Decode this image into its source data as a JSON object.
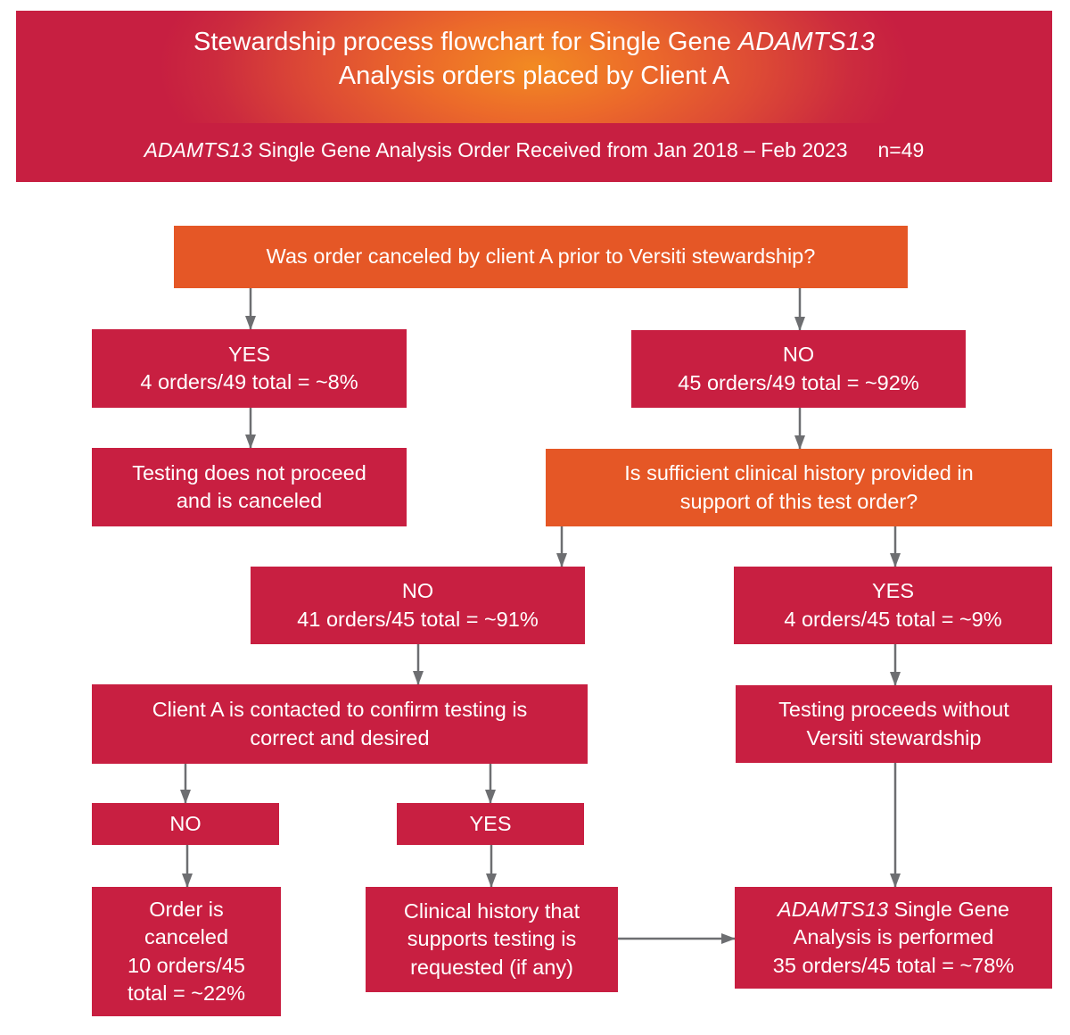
{
  "banner": {
    "title_line1_prefix": "Stewardship process flowchart for Single Gene ",
    "title_line1_gene": "ADAMTS13",
    "title_line2": "Analysis orders placed by Client A",
    "subtitle_gene": "ADAMTS13",
    "subtitle_text": " Single Gene Analysis Order Received from Jan 2018 – Feb 2023",
    "subtitle_n": "n=49"
  },
  "nodes": {
    "q1": {
      "text": "Was order canceled by client A prior to Versiti stewardship?"
    },
    "q1_yes": {
      "label": "YES",
      "stat": "4 orders/49 total = ~8%"
    },
    "q1_yes_result": {
      "line1": "Testing does not proceed",
      "line2": "and is canceled"
    },
    "q1_no": {
      "label": "NO",
      "stat": "45 orders/49 total = ~92%"
    },
    "q2": {
      "line1": "Is sufficient clinical history provided in",
      "line2": "support of this test order?"
    },
    "q2_no": {
      "label": "NO",
      "stat": "41 orders/45 total = ~91%"
    },
    "q2_yes": {
      "label": "YES",
      "stat": "4 orders/45 total = ~9%"
    },
    "contact": {
      "line1": "Client A is contacted to confirm testing is",
      "line2": "correct and desired"
    },
    "proceeds": {
      "line1": "Testing proceeds without",
      "line2": "Versiti stewardship"
    },
    "contact_no": {
      "label": "NO"
    },
    "contact_yes": {
      "label": "YES"
    },
    "canceled": {
      "line1": "Order is",
      "line2": "canceled",
      "line3": "10 orders/45",
      "line4": "total = ~22%"
    },
    "history_requested": {
      "line1": "Clinical history that",
      "line2": "supports testing is",
      "line3": "requested (if any)"
    },
    "performed": {
      "gene": "ADAMTS13",
      "line1_rest": " Single Gene",
      "line2": "Analysis is performed",
      "line3": "35 orders/45 total = ~78%"
    }
  },
  "colors": {
    "crimson": "#c81f41",
    "orange": "#e55726",
    "gradient_center": "#f28a22",
    "arrow": "#6d6e71"
  }
}
